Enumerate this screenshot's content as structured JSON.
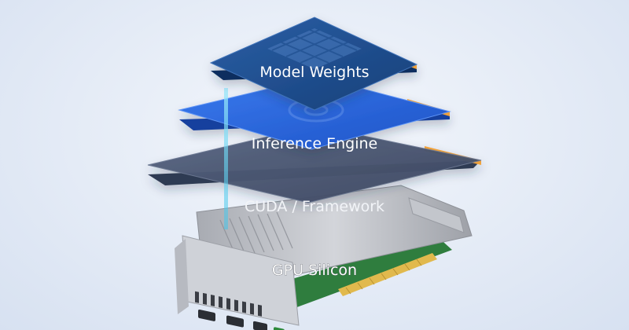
{
  "layers": [
    {
      "label": "Model Weights"
    },
    {
      "label": "Inference Engine"
    },
    {
      "label": "CUDA / Framework"
    },
    {
      "label": "GPU Silicon"
    }
  ],
  "colors": {
    "model_weights": "#1e4f8f",
    "inference_engine": "#2563d9",
    "framework": "#4a5772",
    "edge_accent": "#f0a23a",
    "gpu_bracket": "#c9ccd2",
    "gpu_heatsink": "#b9bcc2",
    "pcb": "#2a7a3a",
    "gold_fingers": "#e0b84a",
    "connector_beam": "#5fd3f2"
  }
}
